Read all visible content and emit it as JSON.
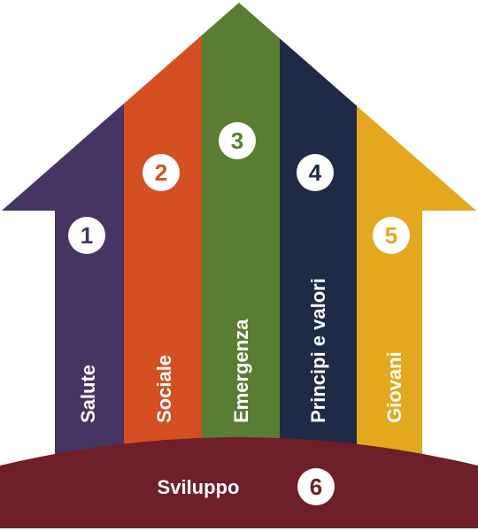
{
  "pillars": [
    {
      "number": "1",
      "label": "Salute",
      "color": "#463462"
    },
    {
      "number": "2",
      "label": "Sociale",
      "color": "#d44f22"
    },
    {
      "number": "3",
      "label": "Emergenza",
      "color": "#5a7d34"
    },
    {
      "number": "4",
      "label": "Principi e valori",
      "color": "#1f2a47"
    },
    {
      "number": "5",
      "label": "Giovani",
      "color": "#e3a81e"
    }
  ],
  "base": {
    "number": "6",
    "label": "Sviluppo",
    "color": "#6f1f28"
  }
}
